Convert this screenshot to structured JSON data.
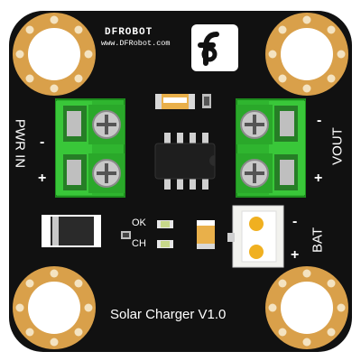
{
  "board": {
    "brand": "DFROBOT",
    "url": "www.DFRobot.com",
    "pwr_in_label": "PWR IN",
    "vout_label": "VOUT",
    "bat_label": "BAT",
    "pwr_minus": "-",
    "pwr_plus": "+",
    "vout_minus": "-",
    "vout_plus": "+",
    "bat_minus": "-",
    "bat_plus": "+",
    "led_ok": "OK",
    "led_ch": "CH",
    "product_name": "Solar Charger V1.0"
  },
  "colors": {
    "pcb": "#111111",
    "pad": "#d9a04a",
    "terminal": "#2fb52f",
    "logo_icon": "df-logo-icon"
  }
}
